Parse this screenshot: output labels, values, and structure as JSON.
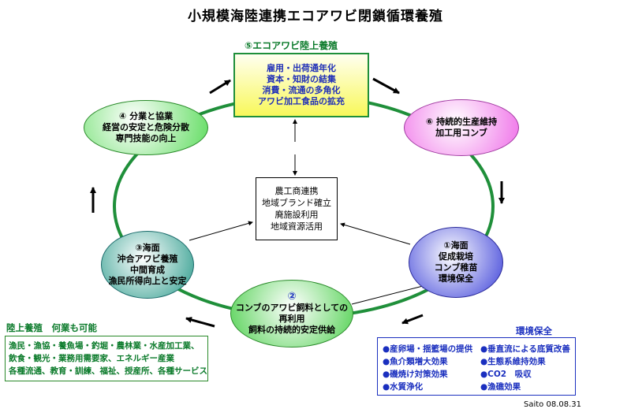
{
  "title": "小規模海陸連携エコアワビ閉鎖循環養殖",
  "top_box": {
    "heading": "⑤エコアワビ陸上養殖",
    "lines": [
      "雇用・出荷通年化",
      "資本・知財の結集",
      "消費・流通の多角化",
      "アワビ加工食品の拡充"
    ]
  },
  "center_box": {
    "lines": [
      "農工商連携",
      "地域ブランド確立",
      "廃施設利用",
      "地域資源活用"
    ]
  },
  "node4": {
    "lines": [
      "④ 分業と協業",
      "経営の安定と危険分散",
      "専門技能の向上"
    ]
  },
  "node6": {
    "lines": [
      "⑥ 持続的生産維持",
      "加工用コンブ"
    ]
  },
  "node3": {
    "lines": [
      "③海面",
      "沖合アワビ養殖",
      "中間育成",
      "漁民所得向上と安定"
    ]
  },
  "node1": {
    "lines": [
      "①海面",
      "促成栽培",
      "コンブ稚苗",
      "環境保全"
    ]
  },
  "node2": {
    "number": "②",
    "lines": [
      "コンブのアワビ飼料としての",
      "再利用",
      "飼料の持続的安定供給"
    ]
  },
  "land": {
    "heading": "陸上養殖　何業も可能",
    "lines": [
      "漁民・漁協・養魚場・釣堀・農林業・水産加工業、",
      "飲食・観光・業務用需要家、エネルギー産業",
      "各種流通、教育・訓練、福祉、授産所、各種サービス"
    ]
  },
  "env": {
    "heading": "環境保全",
    "left_items": [
      "●産卵場・揺籃場の提供",
      "●魚介類増大効果",
      "●磯焼け対策効果",
      "●水質浄化"
    ],
    "right_items": [
      "●垂直流による底質改善",
      "●生態系維持効果",
      "●CO2　吸収",
      "●漁礁効果"
    ]
  },
  "credit": "Saito 08.08.31",
  "colors": {
    "cycle_ring": "#1f8f3a",
    "env_blue": "#1a2fbf",
    "land_green": "#0a7a2a"
  }
}
